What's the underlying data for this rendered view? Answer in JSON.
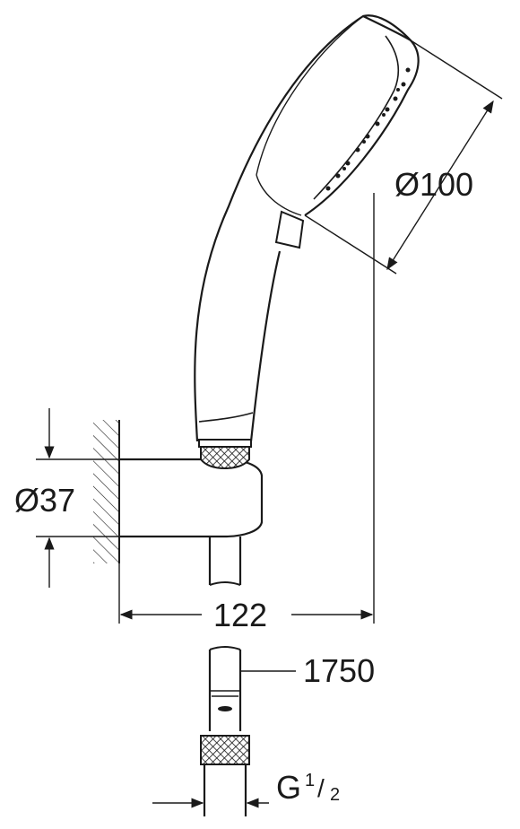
{
  "dimensions": {
    "head_diameter": "Ø100",
    "holder_diameter": "Ø37",
    "projection": "122",
    "hose_length": "1750",
    "thread_prefix": "G",
    "thread_num": "1",
    "thread_den": "2"
  },
  "colors": {
    "ink": "#1a1a1a",
    "background": "#ffffff"
  }
}
